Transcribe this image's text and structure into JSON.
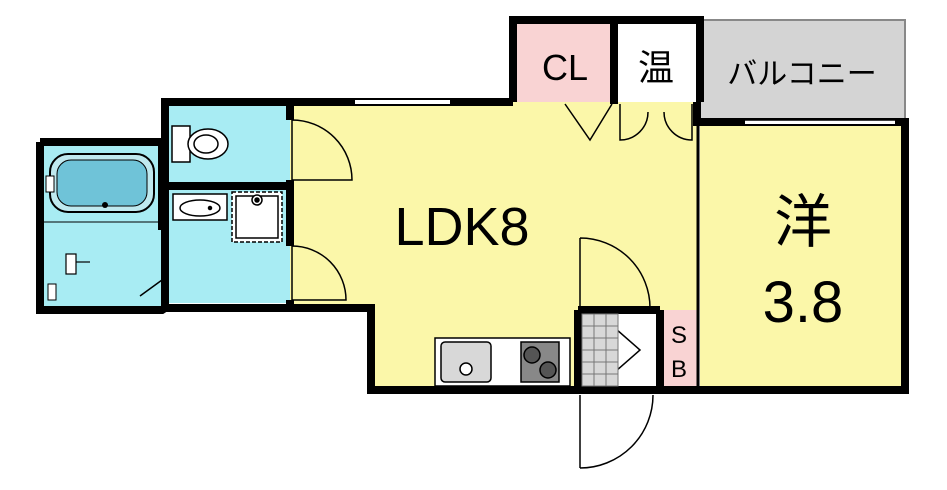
{
  "rooms": {
    "ldk": {
      "label": "LDK8"
    },
    "western": {
      "kanji": "洋",
      "size": "3.8"
    },
    "closet": {
      "label": "CL"
    },
    "water_heater": {
      "label": "温"
    },
    "balcony": {
      "label": "バルコニー"
    },
    "shoe_box": {
      "line1": "S",
      "line2": "B"
    }
  },
  "colors": {
    "ldk_fill": "#fbf7a9",
    "wet_area_fill": "#a8ecf3",
    "closet_fill": "#f9d3d3",
    "balcony_fill": "#d4d4d4",
    "genkan_fill": "#ffffff",
    "wall": "#000000"
  }
}
